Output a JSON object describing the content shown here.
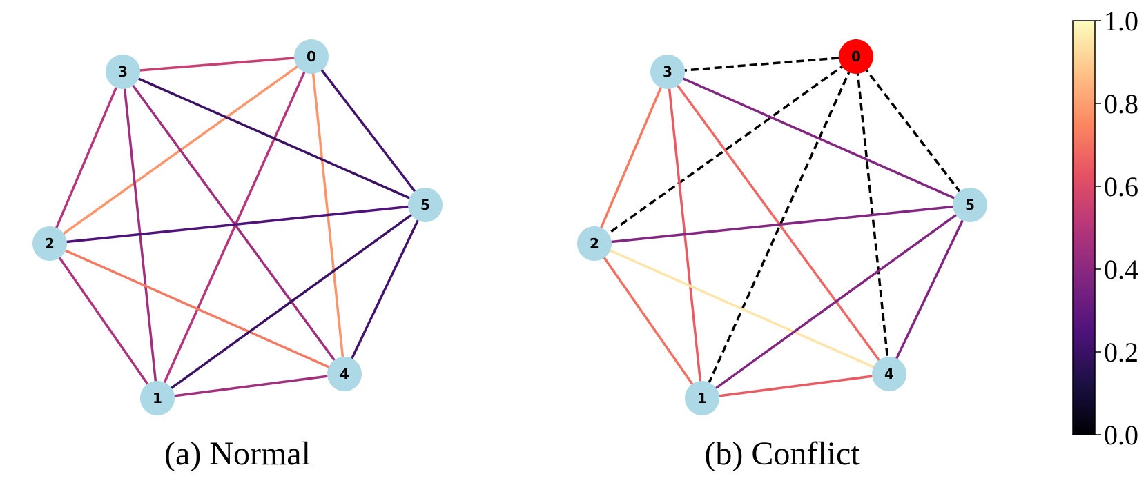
{
  "panels": [
    {
      "id": "normal",
      "caption": "(a) Normal",
      "nodes": [
        {
          "id": "0",
          "label": "0",
          "color": "#add8e6"
        },
        {
          "id": "1",
          "label": "1",
          "color": "#add8e6"
        },
        {
          "id": "2",
          "label": "2",
          "color": "#add8e6"
        },
        {
          "id": "3",
          "label": "3",
          "color": "#add8e6"
        },
        {
          "id": "4",
          "label": "4",
          "color": "#add8e6"
        },
        {
          "id": "5",
          "label": "5",
          "color": "#add8e6"
        }
      ],
      "edges": [
        {
          "source": "3",
          "target": "0",
          "weight": 0.55,
          "style": "solid"
        },
        {
          "source": "0",
          "target": "2",
          "weight": 0.78,
          "style": "solid"
        },
        {
          "source": "0",
          "target": "1",
          "weight": 0.5,
          "style": "solid"
        },
        {
          "source": "0",
          "target": "4",
          "weight": 0.78,
          "style": "solid"
        },
        {
          "source": "0",
          "target": "5",
          "weight": 0.22,
          "style": "solid"
        },
        {
          "source": "3",
          "target": "2",
          "weight": 0.5,
          "style": "solid"
        },
        {
          "source": "3",
          "target": "1",
          "weight": 0.45,
          "style": "solid"
        },
        {
          "source": "3",
          "target": "4",
          "weight": 0.45,
          "style": "solid"
        },
        {
          "source": "3",
          "target": "5",
          "weight": 0.2,
          "style": "solid"
        },
        {
          "source": "2",
          "target": "5",
          "weight": 0.25,
          "style": "solid"
        },
        {
          "source": "2",
          "target": "1",
          "weight": 0.48,
          "style": "solid"
        },
        {
          "source": "2",
          "target": "4",
          "weight": 0.72,
          "style": "solid"
        },
        {
          "source": "1",
          "target": "5",
          "weight": 0.2,
          "style": "solid"
        },
        {
          "source": "1",
          "target": "4",
          "weight": 0.45,
          "style": "solid"
        },
        {
          "source": "5",
          "target": "4",
          "weight": 0.22,
          "style": "solid"
        }
      ]
    },
    {
      "id": "conflict",
      "caption": "(b) Conflict",
      "nodes": [
        {
          "id": "0",
          "label": "0",
          "color": "#ff0000"
        },
        {
          "id": "1",
          "label": "1",
          "color": "#add8e6"
        },
        {
          "id": "2",
          "label": "2",
          "color": "#add8e6"
        },
        {
          "id": "3",
          "label": "3",
          "color": "#add8e6"
        },
        {
          "id": "4",
          "label": "4",
          "color": "#add8e6"
        },
        {
          "id": "5",
          "label": "5",
          "color": "#add8e6"
        }
      ],
      "edges": [
        {
          "source": "3",
          "target": "0",
          "weight": null,
          "style": "dashed"
        },
        {
          "source": "0",
          "target": "2",
          "weight": null,
          "style": "dashed"
        },
        {
          "source": "0",
          "target": "1",
          "weight": null,
          "style": "dashed"
        },
        {
          "source": "0",
          "target": "4",
          "weight": null,
          "style": "dashed"
        },
        {
          "source": "0",
          "target": "5",
          "weight": null,
          "style": "dashed"
        },
        {
          "source": "3",
          "target": "2",
          "weight": 0.72,
          "style": "solid"
        },
        {
          "source": "3",
          "target": "1",
          "weight": 0.65,
          "style": "solid"
        },
        {
          "source": "3",
          "target": "4",
          "weight": 0.68,
          "style": "solid"
        },
        {
          "source": "3",
          "target": "5",
          "weight": 0.38,
          "style": "solid"
        },
        {
          "source": "2",
          "target": "5",
          "weight": 0.38,
          "style": "solid"
        },
        {
          "source": "2",
          "target": "1",
          "weight": 0.7,
          "style": "solid"
        },
        {
          "source": "2",
          "target": "4",
          "weight": 0.95,
          "style": "solid"
        },
        {
          "source": "1",
          "target": "5",
          "weight": 0.38,
          "style": "solid"
        },
        {
          "source": "1",
          "target": "4",
          "weight": 0.65,
          "style": "solid"
        },
        {
          "source": "5",
          "target": "4",
          "weight": 0.38,
          "style": "solid"
        }
      ]
    }
  ],
  "dashed_edge_color": "#000000",
  "colorbar": {
    "colormap": "magma",
    "range": [
      0.0,
      1.0
    ],
    "ticks": [
      "0.0",
      "0.2",
      "0.4",
      "0.6",
      "0.8",
      "1.0"
    ],
    "stops": [
      {
        "value": 0.0,
        "color": "#000004"
      },
      {
        "value": 0.125,
        "color": "#1c1044"
      },
      {
        "value": 0.25,
        "color": "#4f127b"
      },
      {
        "value": 0.375,
        "color": "#812581"
      },
      {
        "value": 0.5,
        "color": "#b5367a"
      },
      {
        "value": 0.625,
        "color": "#e55064"
      },
      {
        "value": 0.75,
        "color": "#fb8761"
      },
      {
        "value": 0.875,
        "color": "#fec287"
      },
      {
        "value": 1.0,
        "color": "#fcfdbf"
      }
    ]
  }
}
